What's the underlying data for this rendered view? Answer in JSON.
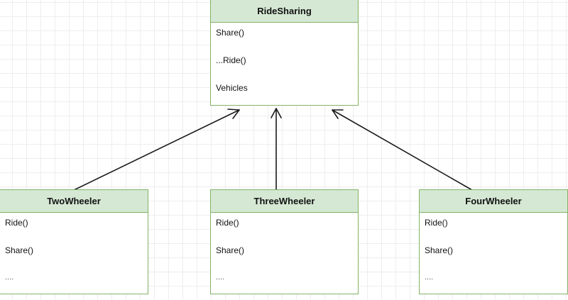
{
  "diagram": {
    "parent": {
      "name": "RideSharing",
      "members": [
        "Share()",
        "...Ride()",
        "Vehicles"
      ]
    },
    "children": [
      {
        "name": "TwoWheeler",
        "members": [
          "Ride()",
          "Share()",
          "...."
        ]
      },
      {
        "name": "ThreeWheeler",
        "members": [
          "Ride()",
          "Share()",
          "...."
        ]
      },
      {
        "name": "FourWheeler",
        "members": [
          "Ride()",
          "Share()",
          "...."
        ]
      }
    ],
    "relations": [
      {
        "from": "TwoWheeler",
        "to": "RideSharing",
        "type": "inheritance"
      },
      {
        "from": "ThreeWheeler",
        "to": "RideSharing",
        "type": "inheritance"
      },
      {
        "from": "FourWheeler",
        "to": "RideSharing",
        "type": "inheritance"
      }
    ]
  },
  "colors": {
    "header_fill": "#d5e8d4",
    "border": "#82b366",
    "arrow": "#1a1a1a",
    "grid": "#eeeeee"
  }
}
